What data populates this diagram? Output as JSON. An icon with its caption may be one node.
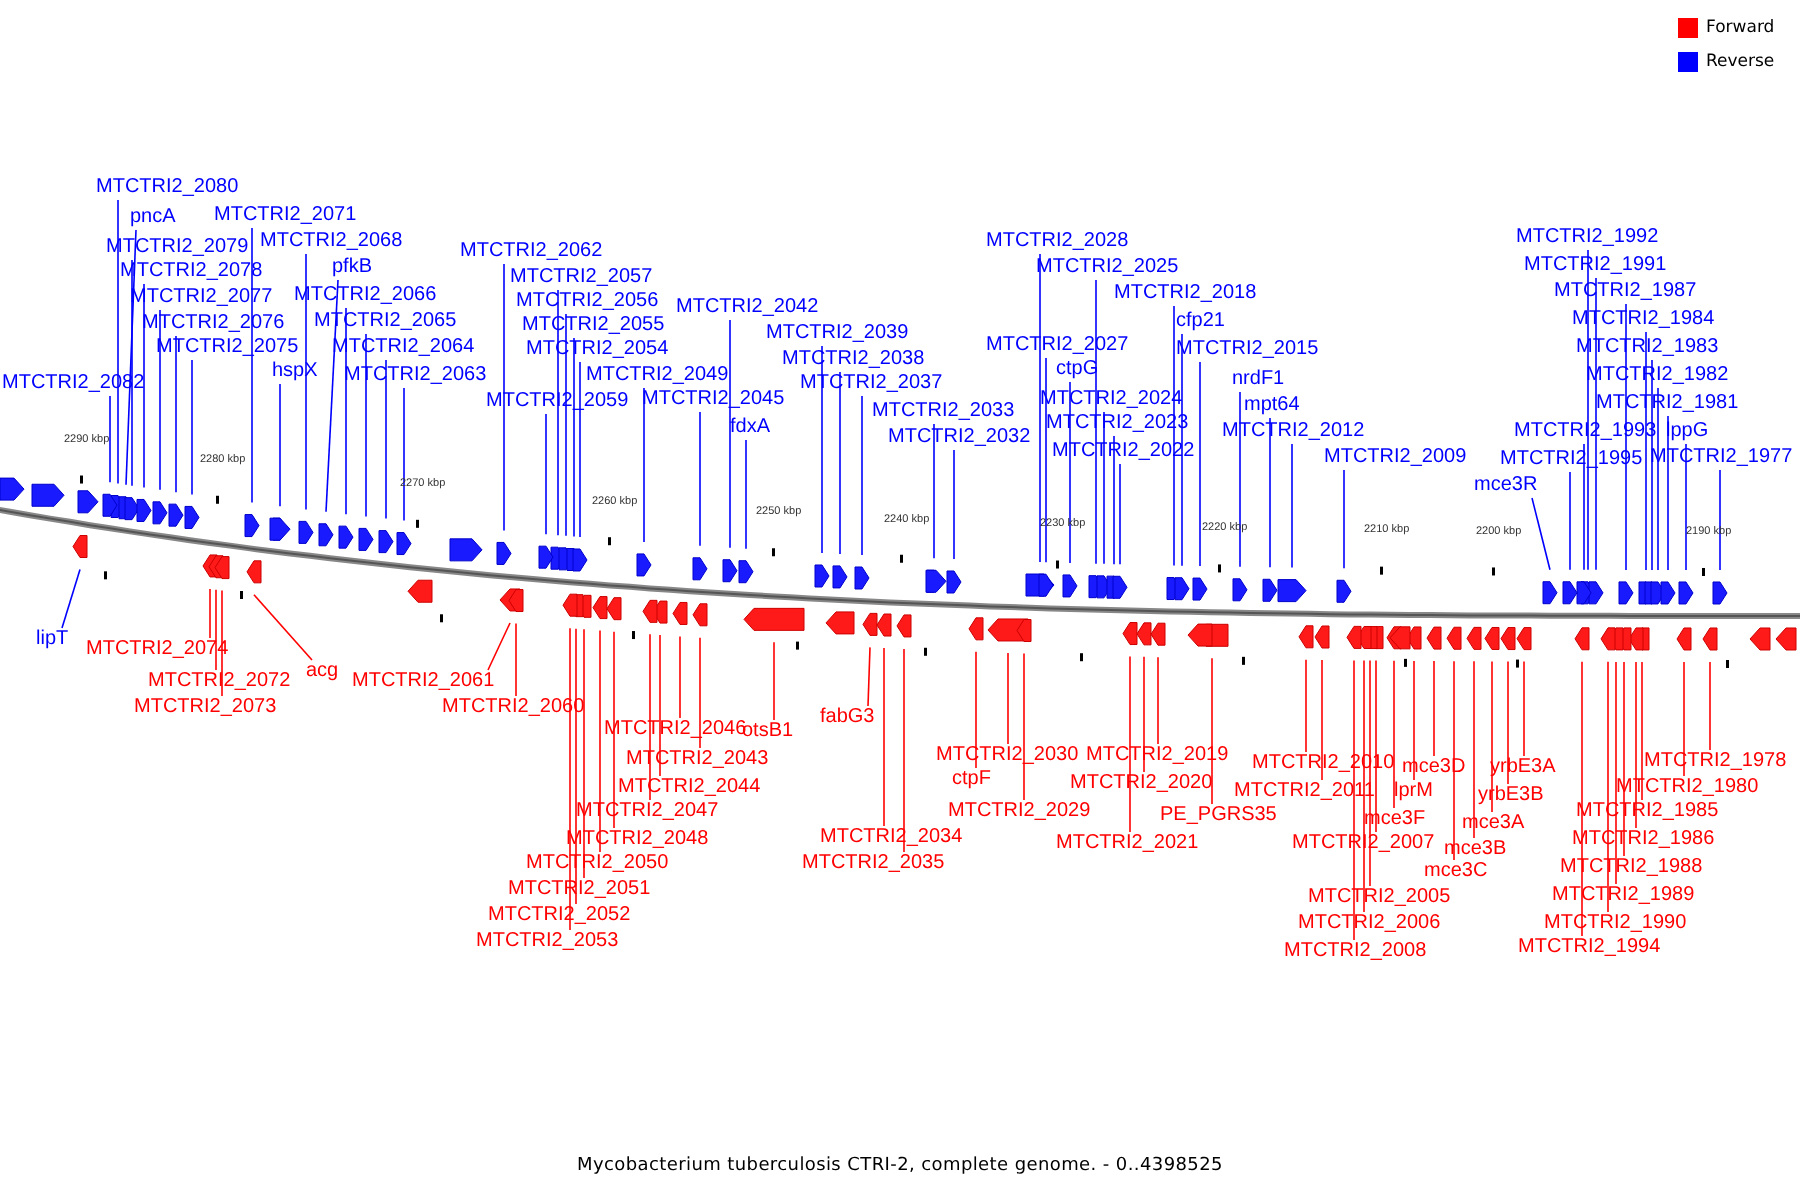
{
  "diagram": {
    "caption": "Mycobacterium tuberculosis CTRI-2, complete genome. - 0..4398525",
    "nodes": [
      {
        "text": [
          "MTCTRI2_2080"
        ]
      },
      {
        "text": [
          "pncA"
        ]
      },
      {
        "text": [
          "MTCTRI2_2071"
        ]
      },
      {
        "text": [
          "MTCTRI2_2079"
        ]
      },
      {
        "text": [
          "MTCTRI2_2068"
        ]
      },
      {
        "text": [
          "MTCTRI2_2078"
        ]
      },
      {
        "text": [
          "pfkB"
        ]
      },
      {
        "text": [
          "MTCTRI2_2077"
        ]
      },
      {
        "text": [
          "MTCTRI2_2066"
        ]
      },
      {
        "text": [
          "MTCTRI2_2076"
        ]
      },
      {
        "text": [
          "MTCTRI2_2065"
        ]
      },
      {
        "text": [
          "MTCTRI2_2075"
        ]
      },
      {
        "text": [
          "MTCTRI2_2064"
        ]
      },
      {
        "text": [
          "hspX"
        ]
      },
      {
        "text": [
          "MTCTRI2_2063"
        ]
      },
      {
        "text": [
          "MTCTRI2_2082"
        ]
      },
      {
        "text": [
          "MTCTRI2_2062"
        ]
      },
      {
        "text": [
          "MTCTRI2_2057"
        ]
      },
      {
        "text": [
          "MTCTRI2_2056"
        ]
      },
      {
        "text": [
          "MTCTRI2_2055"
        ]
      },
      {
        "text": [
          "MTCTRI2_2054"
        ]
      },
      {
        "text": [
          "MTCTRI2_2059"
        ]
      },
      {
        "text": [
          "MTCTRI2_2049"
        ]
      },
      {
        "text": [
          "MTCTRI2_2045"
        ]
      },
      {
        "text": [
          "MTCTRI2_2042"
        ]
      },
      {
        "text": [
          "fdxA"
        ]
      },
      {
        "text": [
          "MTCTRI2_2039"
        ]
      },
      {
        "text": [
          "MTCTRI2_2038"
        ]
      },
      {
        "text": [
          "MTCTRI2_2037"
        ]
      },
      {
        "text": [
          "MTCTRI2_2033"
        ]
      },
      {
        "text": [
          "MTCTRI2_2032"
        ]
      },
      {
        "text": [
          "MTCTRI2_2028"
        ]
      },
      {
        "text": [
          "MTCTRI2_2025"
        ]
      },
      {
        "text": [
          "MTCTRI2_2018"
        ]
      },
      {
        "text": [
          "cfp21"
        ]
      },
      {
        "text": [
          "MTCTRI2_2027"
        ]
      },
      {
        "text": [
          "MTCTRI2_2015"
        ]
      },
      {
        "text": [
          "ctpG"
        ]
      },
      {
        "text": [
          "nrdF1"
        ]
      },
      {
        "text": [
          "MTCTRI2_2024"
        ]
      },
      {
        "text": [
          "mpt64"
        ]
      },
      {
        "text": [
          "MTCTRI2_2023"
        ]
      },
      {
        "text": [
          "MTCTRI2_2012"
        ]
      },
      {
        "text": [
          "MTCTRI2_2022"
        ]
      },
      {
        "text": [
          "MTCTRI2_2009"
        ]
      },
      {
        "text": [
          "mce3R"
        ]
      },
      {
        "text": [
          "MTCTRI2_1992"
        ]
      },
      {
        "text": [
          "MTCTRI2_1991"
        ]
      },
      {
        "text": [
          "MTCTRI2_1987"
        ]
      },
      {
        "text": [
          "MTCTRI2_1984"
        ]
      },
      {
        "text": [
          "MTCTRI2_1983"
        ]
      },
      {
        "text": [
          "MTCTRI2_1982"
        ]
      },
      {
        "text": [
          "MTCTRI2_1981"
        ]
      },
      {
        "text": [
          "MTCTRI2_1993"
        ]
      },
      {
        "text": [
          "lppG"
        ]
      },
      {
        "text": [
          "MTCTRI2_1995"
        ]
      },
      {
        "text": [
          "MTCTRI2_1977"
        ]
      },
      {
        "text": [
          "lipT"
        ]
      },
      {
        "text": [
          "MTCTRI2_2074"
        ]
      },
      {
        "text": [
          "acg"
        ]
      },
      {
        "text": [
          "MTCTRI2_2072"
        ]
      },
      {
        "text": [
          "MTCTRI2_2061"
        ]
      },
      {
        "text": [
          "MTCTRI2_2073"
        ]
      },
      {
        "text": [
          "MTCTRI2_2060"
        ]
      },
      {
        "text": [
          "MTCTRI2_2046"
        ]
      },
      {
        "text": [
          "otsB1"
        ]
      },
      {
        "text": [
          "fabG3"
        ]
      },
      {
        "text": [
          "MTCTRI2_2043"
        ]
      },
      {
        "text": [
          "MTCTRI2_2044"
        ]
      },
      {
        "text": [
          "MTCTRI2_2047"
        ]
      },
      {
        "text": [
          "MTCTRI2_2048"
        ]
      },
      {
        "text": [
          "MTCTRI2_2050"
        ]
      },
      {
        "text": [
          "MTCTRI2_2051"
        ]
      },
      {
        "text": [
          "MTCTRI2_2052"
        ]
      },
      {
        "text": [
          "MTCTRI2_2053"
        ]
      },
      {
        "text": [
          "MTCTRI2_2034"
        ]
      },
      {
        "text": [
          "MTCTRI2_2035"
        ]
      },
      {
        "text": [
          "MTCTRI2_2030"
        ]
      },
      {
        "text": [
          "MTCTRI2_2019"
        ]
      },
      {
        "text": [
          "ctpF"
        ]
      },
      {
        "text": [
          "MTCTRI2_2020"
        ]
      },
      {
        "text": [
          "MTCTRI2_2029"
        ]
      },
      {
        "text": [
          "PE_PGRS35"
        ]
      },
      {
        "text": [
          "MTCTRI2_2021"
        ]
      },
      {
        "text": [
          "MTCTRI2_2010"
        ]
      },
      {
        "text": [
          "mce3D"
        ]
      },
      {
        "text": [
          "yrbE3A"
        ]
      },
      {
        "text": [
          "MTCTRI2_2011"
        ]
      },
      {
        "text": [
          "lprM"
        ]
      },
      {
        "text": [
          "yrbE3B"
        ]
      },
      {
        "text": [
          "mce3F"
        ]
      },
      {
        "text": [
          "mce3A"
        ]
      },
      {
        "text": [
          "MTCTRI2_2007"
        ]
      },
      {
        "text": [
          "mce3B"
        ]
      },
      {
        "text": [
          "mce3C"
        ]
      },
      {
        "text": [
          "MTCTRI2_2005"
        ]
      },
      {
        "text": [
          "MTCTRI2_2006"
        ]
      },
      {
        "text": [
          "MTCTRI2_2008"
        ]
      },
      {
        "text": [
          "MTCTRI2_1978"
        ]
      },
      {
        "text": [
          "MTCTRI2_1980"
        ]
      },
      {
        "text": [
          "MTCTRI2_1985"
        ]
      },
      {
        "text": [
          "MTCTRI2_1986"
        ]
      },
      {
        "text": [
          "MTCTRI2_1988"
        ]
      },
      {
        "text": [
          "MTCTRI2_1989"
        ]
      },
      {
        "text": [
          "MTCTRI2_1990"
        ]
      },
      {
        "text": [
          "MTCTRI2_1994"
        ]
      }
    ],
    "edges": [
      {
        "from": 0,
        "to": null,
        "arrow": "none"
      },
      {
        "from": 1,
        "to": null,
        "arrow": "none"
      },
      {
        "from": 2,
        "to": null,
        "arrow": "none"
      },
      {
        "from": 3,
        "to": null,
        "arrow": "none"
      },
      {
        "from": 4,
        "to": null,
        "arrow": "none"
      },
      {
        "from": 5,
        "to": null,
        "arrow": "none"
      },
      {
        "from": 6,
        "to": null,
        "arrow": "none"
      },
      {
        "from": 7,
        "to": null,
        "arrow": "none"
      },
      {
        "from": 8,
        "to": null,
        "arrow": "none"
      },
      {
        "from": 9,
        "to": null,
        "arrow": "none"
      },
      {
        "from": 10,
        "to": null,
        "arrow": "none"
      },
      {
        "from": 11,
        "to": null,
        "arrow": "none"
      },
      {
        "from": 12,
        "to": null,
        "arrow": "none"
      },
      {
        "from": 13,
        "to": null,
        "arrow": "none"
      },
      {
        "from": 14,
        "to": null,
        "arrow": "none"
      },
      {
        "from": 15,
        "to": null,
        "arrow": "none"
      },
      {
        "from": 16,
        "to": null,
        "arrow": "none"
      },
      {
        "from": 17,
        "to": null,
        "arrow": "none"
      },
      {
        "from": 18,
        "to": null,
        "arrow": "none"
      },
      {
        "from": 19,
        "to": null,
        "arrow": "none"
      },
      {
        "from": 20,
        "to": null,
        "arrow": "none"
      },
      {
        "from": 21,
        "to": null,
        "arrow": "none"
      },
      {
        "from": 22,
        "to": null,
        "arrow": "none"
      },
      {
        "from": 23,
        "to": null,
        "arrow": "none"
      },
      {
        "from": 24,
        "to": null,
        "arrow": "none"
      },
      {
        "from": 25,
        "to": null,
        "arrow": "none"
      },
      {
        "from": 26,
        "to": null,
        "arrow": "none"
      },
      {
        "from": 27,
        "to": null,
        "arrow": "none"
      },
      {
        "from": 28,
        "to": null,
        "arrow": "none"
      },
      {
        "from": 29,
        "to": null,
        "arrow": "none"
      },
      {
        "from": 30,
        "to": null,
        "arrow": "none"
      },
      {
        "from": 31,
        "to": null,
        "arrow": "none"
      },
      {
        "from": 32,
        "to": null,
        "arrow": "none"
      },
      {
        "from": 33,
        "to": null,
        "arrow": "none"
      },
      {
        "from": 34,
        "to": null,
        "arrow": "none"
      },
      {
        "from": 35,
        "to": null,
        "arrow": "none"
      },
      {
        "from": 36,
        "to": null,
        "arrow": "none"
      },
      {
        "from": 37,
        "to": null,
        "arrow": "none"
      },
      {
        "from": 38,
        "to": null,
        "arrow": "none"
      },
      {
        "from": 39,
        "to": null,
        "arrow": "none"
      },
      {
        "from": 40,
        "to": null,
        "arrow": "none"
      },
      {
        "from": 41,
        "to": null,
        "arrow": "none"
      },
      {
        "from": 42,
        "to": null,
        "arrow": "none"
      },
      {
        "from": 43,
        "to": null,
        "arrow": "none"
      },
      {
        "from": 44,
        "to": null,
        "arrow": "none"
      },
      {
        "from": 45,
        "to": null,
        "arrow": "none"
      },
      {
        "from": 46,
        "to": null,
        "arrow": "none"
      },
      {
        "from": 47,
        "to": null,
        "arrow": "none"
      },
      {
        "from": 48,
        "to": null,
        "arrow": "none"
      },
      {
        "from": 49,
        "to": null,
        "arrow": "none"
      },
      {
        "from": 50,
        "to": null,
        "arrow": "none"
      },
      {
        "from": 51,
        "to": null,
        "arrow": "none"
      },
      {
        "from": 52,
        "to": null,
        "arrow": "none"
      },
      {
        "from": 53,
        "to": null,
        "arrow": "none"
      },
      {
        "from": 54,
        "to": null,
        "arrow": "none"
      },
      {
        "from": 55,
        "to": null,
        "arrow": "none"
      },
      {
        "from": 56,
        "to": null,
        "arrow": "none"
      },
      {
        "from": 57,
        "to": null,
        "arrow": "none"
      },
      {
        "from": 58,
        "to": null,
        "arrow": "none",
        "color": "#ff0000"
      },
      {
        "from": 59,
        "to": null,
        "arrow": "none",
        "color": "#ff0000"
      },
      {
        "from": 60,
        "to": null,
        "arrow": "none",
        "color": "#ff0000"
      },
      {
        "from": 61,
        "to": null,
        "arrow": "none",
        "color": "#ff0000"
      },
      {
        "from": 62,
        "to": null,
        "arrow": "none",
        "color": "#ff0000"
      },
      {
        "from": 63,
        "to": null,
        "arrow": "none",
        "color": "#ff0000"
      },
      {
        "from": 64,
        "to": null,
        "arrow": "none",
        "color": "#ff0000"
      },
      {
        "from": 65,
        "to": null,
        "arrow": "none",
        "color": "#ff0000"
      },
      {
        "from": 66,
        "to": null,
        "arrow": "none",
        "color": "#ff0000"
      },
      {
        "from": 67,
        "to": null,
        "arrow": "none",
        "color": "#ff0000"
      },
      {
        "from": 68,
        "to": null,
        "arrow": "none",
        "color": "#ff0000"
      },
      {
        "from": 69,
        "to": null,
        "arrow": "none",
        "color": "#ff0000"
      },
      {
        "from": 70,
        "to": null,
        "arrow": "none",
        "color": "#ff0000"
      },
      {
        "from": 71,
        "to": null,
        "arrow": "none",
        "color": "#ff0000"
      },
      {
        "from": 72,
        "to": null,
        "arrow": "none",
        "color": "#ff0000"
      },
      {
        "from": 73,
        "to": null,
        "arrow": "none",
        "color": "#ff0000"
      },
      {
        "from": 74,
        "to": null,
        "arrow": "none",
        "color": "#ff0000"
      },
      {
        "from": 75,
        "to": null,
        "arrow": "none",
        "color": "#ff0000"
      },
      {
        "from": 76,
        "to": null,
        "arrow": "none",
        "color": "#ff0000"
      },
      {
        "from": 77,
        "to": null,
        "arrow": "none",
        "color": "#ff0000"
      },
      {
        "from": 78,
        "to": null,
        "arrow": "none",
        "color": "#ff0000"
      },
      {
        "from": 79,
        "to": null,
        "arrow": "none",
        "color": "#ff0000"
      },
      {
        "from": 80,
        "to": null,
        "arrow": "none",
        "color": "#ff0000"
      },
      {
        "from": 81,
        "to": null,
        "arrow": "none",
        "color": "#ff0000"
      },
      {
        "from": 82,
        "to": null,
        "arrow": "none",
        "color": "#ff0000"
      },
      {
        "from": 83,
        "to": null,
        "arrow": "none",
        "color": "#ff0000"
      },
      {
        "from": 84,
        "to": null,
        "arrow": "none",
        "color": "#ff0000"
      },
      {
        "from": 85,
        "to": null,
        "arrow": "none",
        "color": "#ff0000"
      },
      {
        "from": 86,
        "to": null,
        "arrow": "none",
        "color": "#ff0000"
      },
      {
        "from": 87,
        "to": null,
        "arrow": "none",
        "color": "#ff0000"
      },
      {
        "from": 88,
        "to": null,
        "arrow": "none",
        "color": "#ff0000"
      },
      {
        "from": 89,
        "to": null,
        "arrow": "none",
        "color": "#ff0000"
      },
      {
        "from": 90,
        "to": null,
        "arrow": "none",
        "color": "#ff0000"
      },
      {
        "from": 91,
        "to": null,
        "arrow": "none",
        "color": "#ff0000"
      },
      {
        "from": 92,
        "to": null,
        "arrow": "none",
        "color": "#ff0000"
      },
      {
        "from": 93,
        "to": null,
        "arrow": "none",
        "color": "#ff0000"
      },
      {
        "from": 94,
        "to": null,
        "arrow": "none",
        "color": "#ff0000"
      },
      {
        "from": 95,
        "to": null,
        "arrow": "none",
        "color": "#ff0000"
      },
      {
        "from": 96,
        "to": null,
        "arrow": "none",
        "color": "#ff0000"
      },
      {
        "from": 97,
        "to": null,
        "arrow": "none",
        "color": "#ff0000"
      },
      {
        "from": 98,
        "to": null,
        "arrow": "none",
        "color": "#ff0000"
      },
      {
        "from": 99,
        "to": null,
        "arrow": "none",
        "color": "#ff0000"
      },
      {
        "from": 100,
        "to": null,
        "arrow": "none",
        "color": "#ff0000"
      },
      {
        "from": 101,
        "to": null,
        "arrow": "none",
        "color": "#ff0000"
      },
      {
        "from": 102,
        "to": null,
        "arrow": "none",
        "color": "#ff0000"
      },
      {
        "from": 103,
        "to": null,
        "arrow": "none",
        "color": "#ff0000"
      },
      {
        "from": 104,
        "to": null,
        "arrow": "none",
        "color": "#ff0000"
      },
      {
        "from": 105,
        "to": null,
        "arrow": "none",
        "color": "#ff0000"
      }
    ],
    "labels": [
      "2290 kbp",
      "2280 kbp",
      "2270 kbp",
      "2260 kbp",
      "2250 kbp",
      "2240 kbp",
      "2230 kbp",
      "2220 kbp",
      "2210 kbp",
      "2200 kbp",
      "2190 kbp"
    ],
    "legend": [
      {
        "text": "Forward",
        "color": "#ff0000"
      },
      {
        "text": "Reverse",
        "color": "#0000ff"
      }
    ]
  }
}
